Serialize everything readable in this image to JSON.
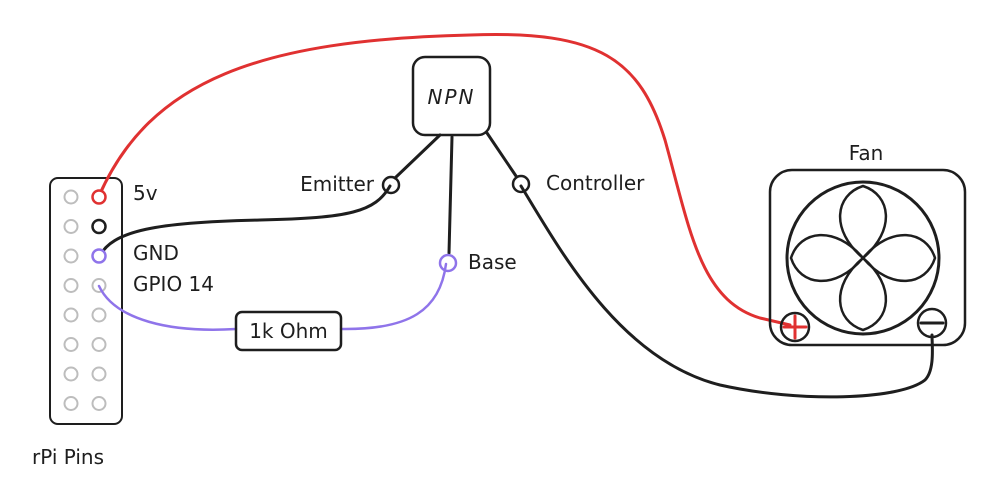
{
  "colors": {
    "ink": "#1e1e1e",
    "power_wire": "#e03131",
    "signal_wire": "#8f74ea",
    "ground_wire": "#1e1e1e",
    "pin_inactive": "#bdbdbd"
  },
  "header": {
    "label": "rPi Pins",
    "pins": [
      {
        "label": "5v",
        "wire": "power"
      },
      {
        "label": "GND",
        "wire": "ground"
      },
      {
        "label": "GPIO 14",
        "wire": "signal"
      }
    ]
  },
  "transistor": {
    "label": "NPN",
    "terminals": {
      "emitter": "Emitter",
      "base": "Base",
      "collector": "Controller"
    }
  },
  "resistor": {
    "label": "1k Ohm"
  },
  "fan": {
    "label": "Fan",
    "plus_icon": "plus-icon",
    "minus_icon": "minus-icon",
    "blade_icon": "fan-blades-icon"
  }
}
